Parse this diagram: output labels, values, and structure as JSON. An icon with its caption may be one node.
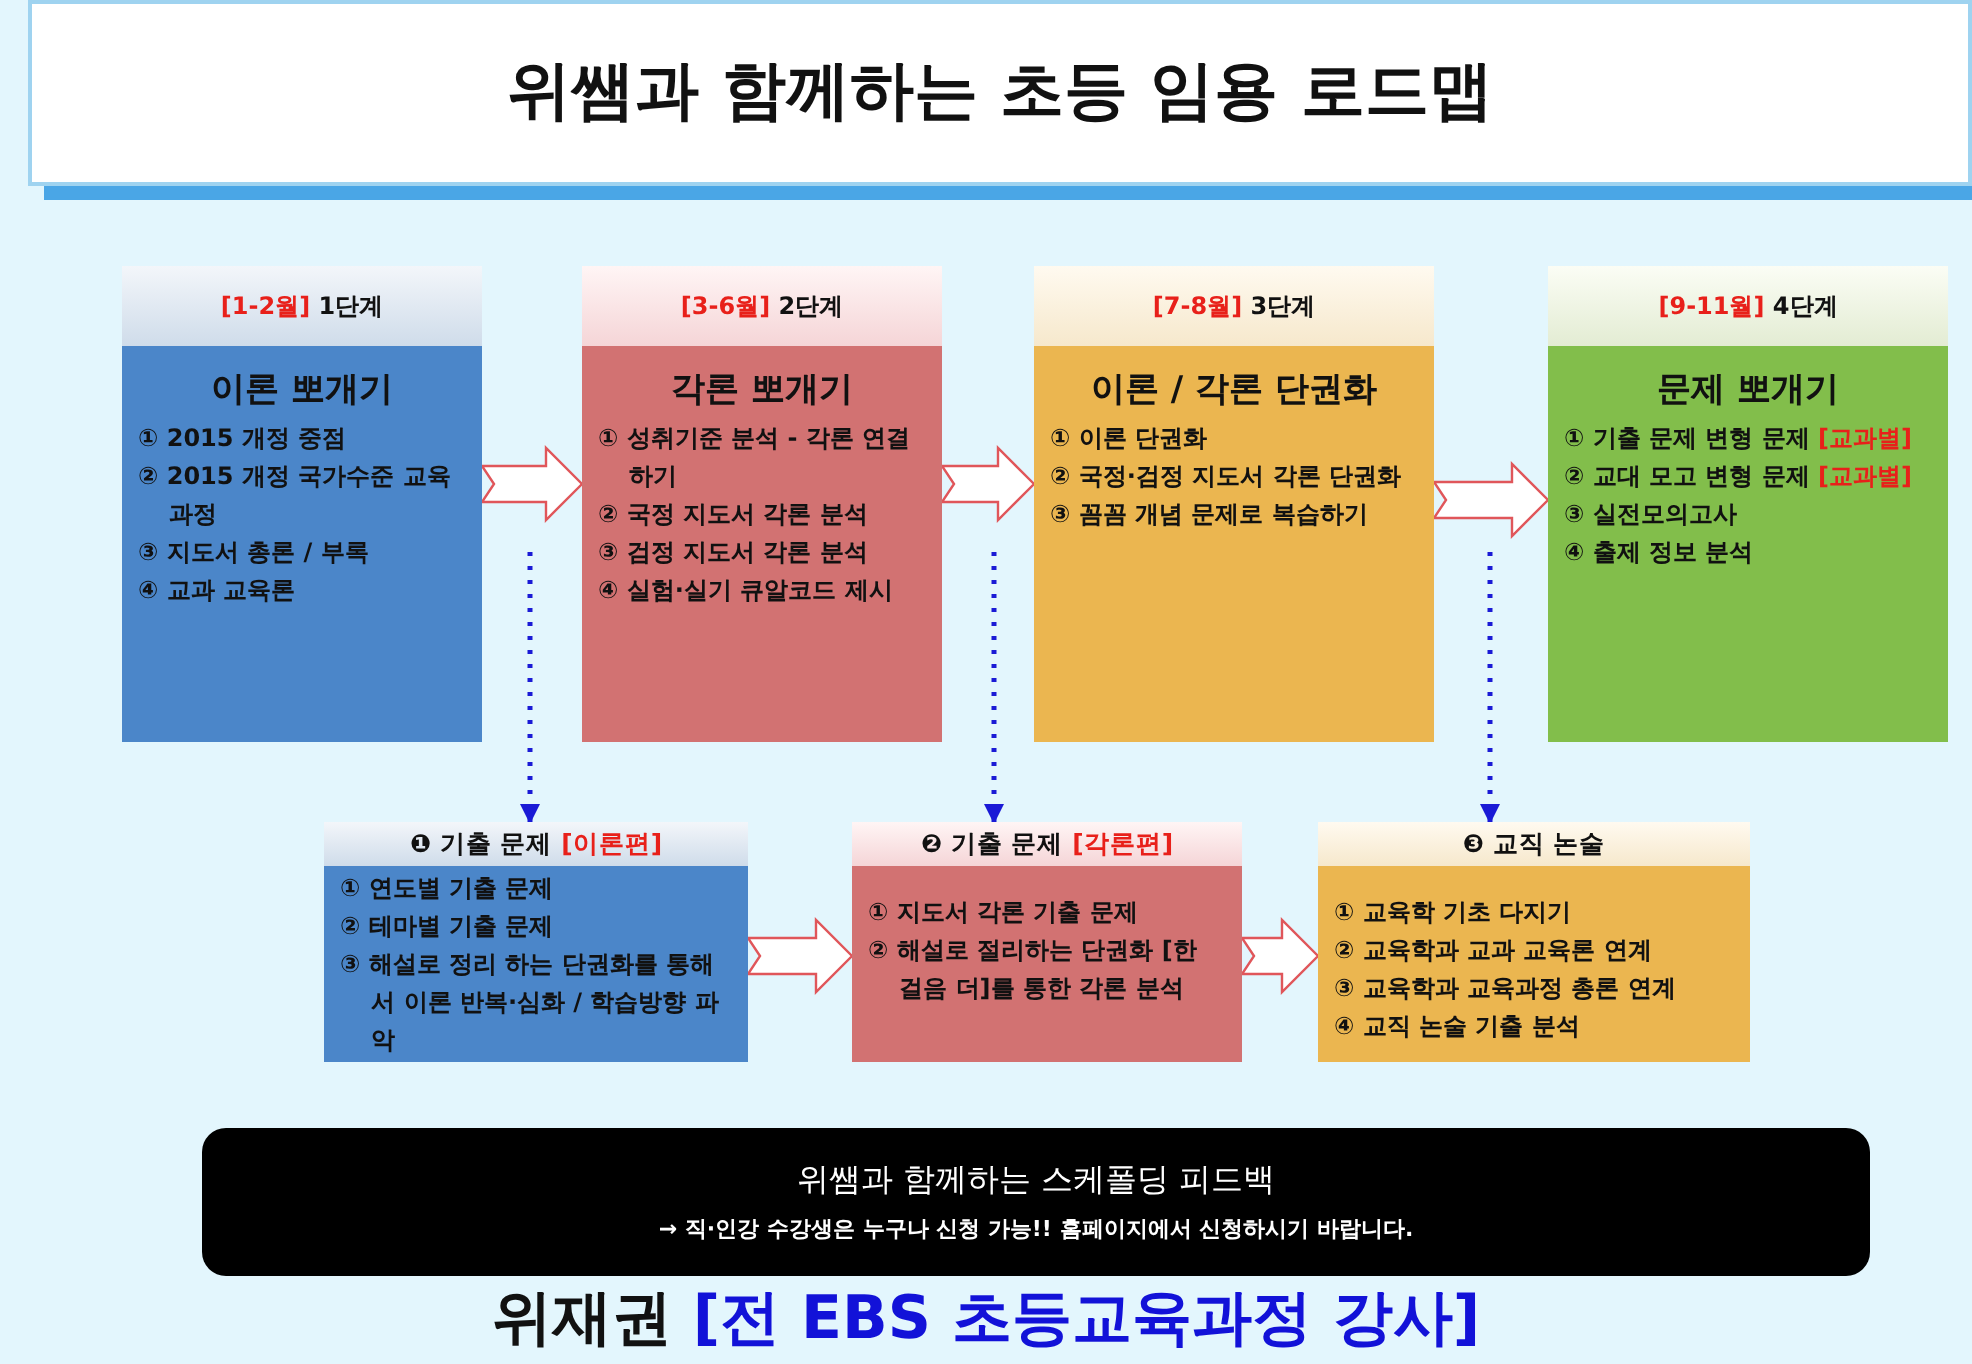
{
  "diagram": {
    "title": "위쌤과 함께하는 초등 임용 로드맵",
    "nodes": [
      {
        "text": [
          "[1-2월]",
          "1단계",
          "이론 뽀개기",
          "① 2015 개정 중점",
          "② 2015 개정 국가수준 교육과정",
          "③ 지도서 총론 / 부록",
          "④ 교과 교육론"
        ]
      },
      {
        "text": [
          "[3-6월]",
          "2단계",
          "각론 뽀개기",
          "① 성취기준 분석 - 각론 연결하기",
          "② 국정 지도서 각론 분석",
          "③ 검정 지도서 각론 분석",
          "④ 실험·실기 큐알코드 제시"
        ]
      },
      {
        "text": [
          "[7-8월]",
          "3단계",
          "이론 / 각론 단권화",
          "① 이론 단권화",
          "② 국정·검정 지도서 각론 단권화",
          "③ 꼼꼼 개념 문제로 복습하기"
        ]
      },
      {
        "text": [
          "[9-11월]",
          "4단계",
          "문제 뽀개기",
          "① 기출 문제 변형 문제",
          "[교과별]",
          "② 교대 모고 변형 문제",
          "[교과별]",
          "③ 실전모의고사",
          "④ 출제 정보 분석"
        ]
      },
      {
        "text": [
          "❶ 기출 문제",
          "[이론편]",
          "① 연도별 기출 문제",
          "② 테마별 기출 문제",
          "③ 해설로 정리 하는 단권화를 통해서 이론 반복·심화 / 학습방향 파악"
        ]
      },
      {
        "text": [
          "❷ 기출 문제",
          "[각론편]",
          "① 지도서 각론 기출 문제",
          "② 해설로 절리하는 단권화 [한 걸음 더]를 통한 각론 분석"
        ]
      },
      {
        "text": [
          "❸ 교직 논술",
          "① 교육학 기초 다지기",
          "② 교육학과 교과 교육론 연계",
          "③ 교육학과 교육과정 총론 연계",
          "④ 교직 논술 기출 분석"
        ]
      },
      {
        "text": [
          "위쌤과 함께하는 스케폴딩 피드백",
          "→ 직·인강 수강생은 누구나 신청 가능!! 홈페이지에서 신청하시기 바랍니다."
        ]
      }
    ],
    "edges": [
      {
        "from": 0,
        "to": 1,
        "arrow": "to"
      },
      {
        "from": 1,
        "to": 2,
        "arrow": "to"
      },
      {
        "from": 2,
        "to": 3,
        "arrow": "to"
      },
      {
        "from": null,
        "to": 4,
        "arrow": "to",
        "style": "dashed",
        "color": "#1a1ad6"
      },
      {
        "from": null,
        "to": 5,
        "arrow": "to",
        "style": "dashed",
        "color": "#1a1ad6"
      },
      {
        "from": null,
        "to": 6,
        "arrow": "to",
        "style": "dashed",
        "color": "#1a1ad6"
      },
      {
        "from": 4,
        "to": 5,
        "arrow": "to"
      },
      {
        "from": 5,
        "to": 6,
        "arrow": "to"
      }
    ],
    "labels": [
      "위재권",
      "[전 EBS 초등교육과정 강사]"
    ]
  }
}
